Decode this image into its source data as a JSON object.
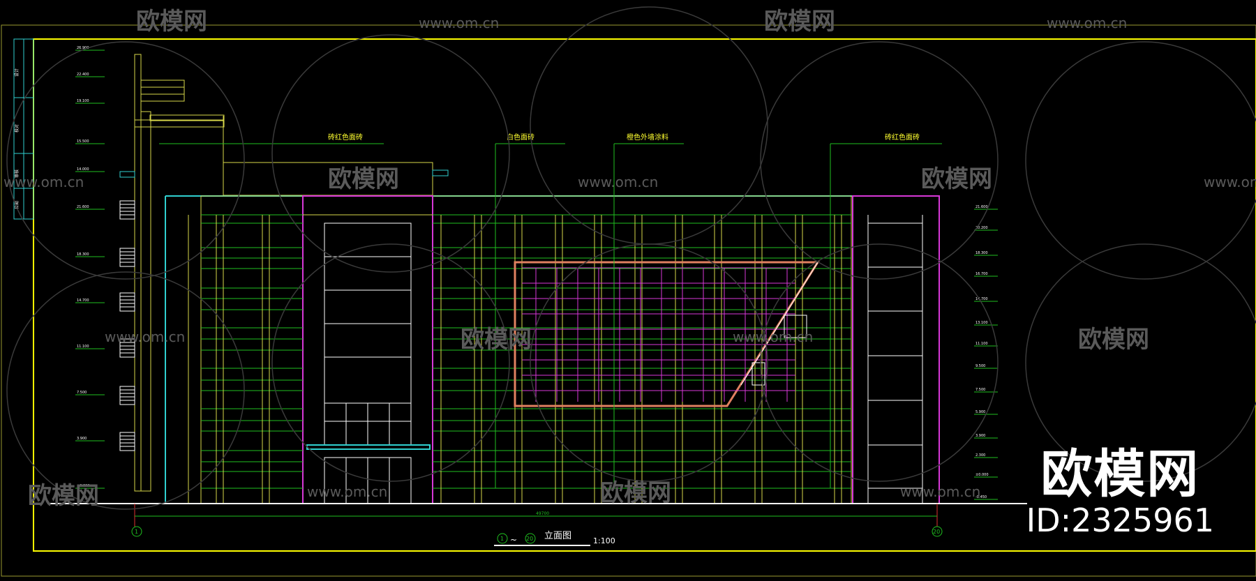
{
  "drawing": {
    "title": "立面图",
    "axis_range_start": "1",
    "axis_range_end": "20",
    "scale": "1:100",
    "total_dimension": "49700",
    "axis_marker_left": "1",
    "axis_marker_right": "20"
  },
  "material_labels": [
    {
      "text": "砖红色面砖"
    },
    {
      "text": "白色面砖"
    },
    {
      "text": "橙色外墙涂料"
    },
    {
      "text": "砖红色面砖"
    }
  ],
  "elevation_levels_left": [
    "26.900",
    "22.400",
    "19.100",
    "15.500",
    "14.000",
    "21.600",
    "18.300",
    "14.700",
    "11.100",
    "7.500",
    "3.900",
    "±0.000"
  ],
  "elevation_levels_right": [
    "21.600",
    "20.200",
    "18.300",
    "16.700",
    "14.700",
    "13.100",
    "11.100",
    "9.500",
    "7.500",
    "5.900",
    "3.900",
    "2.300",
    "±0.000",
    "-0.450"
  ],
  "title_block": [
    "设计",
    "校对",
    "审核",
    "日期"
  ],
  "watermarks": {
    "brand_small": "欧模网",
    "url": "www.om.cn",
    "brand_big": "欧模网",
    "id": "ID:2325961"
  },
  "colors": {
    "frame": "#ffff00",
    "wall_yellow": "#d8d84a",
    "glass_grid": "#d838d8",
    "cyan": "#30d0d0",
    "green": "#20c020",
    "magenta": "#e030e0",
    "orange": "#e08060",
    "red": "#e03030"
  }
}
